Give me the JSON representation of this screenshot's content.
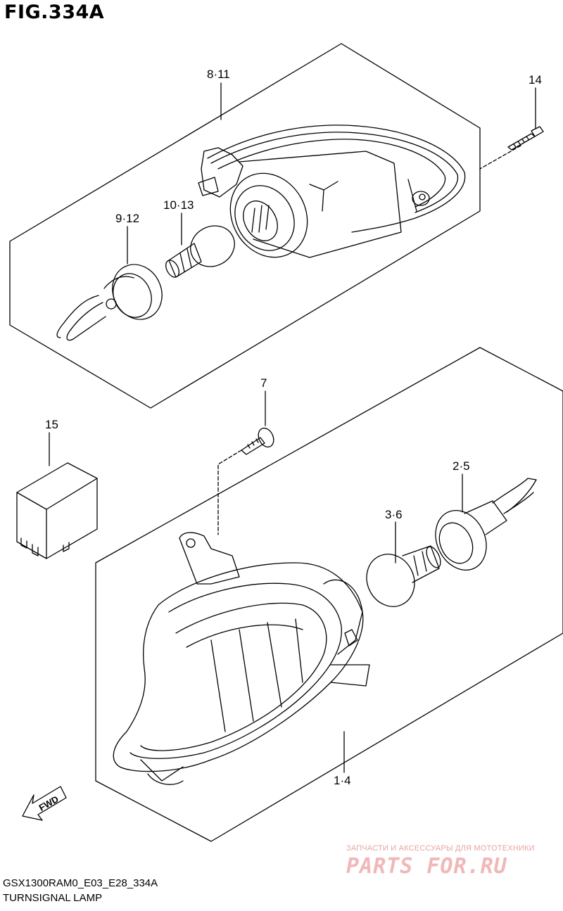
{
  "figure": {
    "title": "FIG.334A",
    "code": "GSX1300RAM0_E03_E28_334A",
    "name": "TURNSIGNAL LAMP"
  },
  "parts": [
    {
      "id": "8-11",
      "label": "8·11"
    },
    {
      "id": "14",
      "label": "14"
    },
    {
      "id": "9-12",
      "label": "9·12"
    },
    {
      "id": "10-13",
      "label": "10·13"
    },
    {
      "id": "7",
      "label": "7"
    },
    {
      "id": "15",
      "label": "15"
    },
    {
      "id": "2-5",
      "label": "2·5"
    },
    {
      "id": "3-6",
      "label": "3·6"
    },
    {
      "id": "1-4",
      "label": "1·4"
    }
  ],
  "direction_marker": {
    "label": "FWD"
  },
  "watermark": {
    "tagline": "ЗАПЧАСТИ И АКСЕССУАРЫ ДЛЯ МОТОТЕХНИКИ",
    "logo": "PARTS FOR.RU"
  },
  "colors": {
    "line": "#000000",
    "watermark": "#e8a4a4"
  }
}
